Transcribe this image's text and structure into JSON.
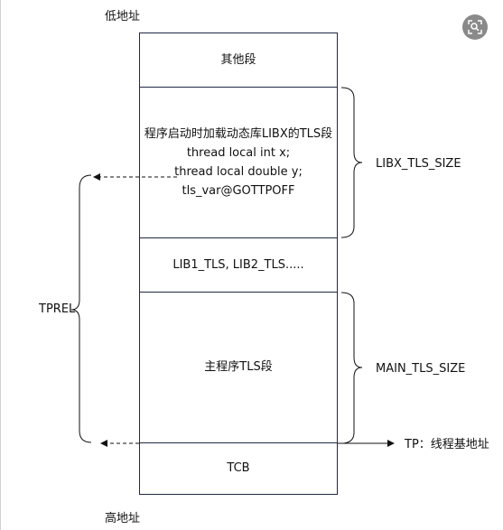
{
  "diagram": {
    "low_address": "低地址",
    "high_address": "高地址",
    "segments": {
      "other": "其他段",
      "libx": {
        "title": "程序启动时加载动态库LIBX的TLS段",
        "line1": "thread local int x;",
        "line2": "thread local double y;",
        "line3": "tls_var@GOTTPOFF"
      },
      "libs": "LIB1_TLS, LIB2_TLS.....",
      "main": "主程序TLS段",
      "tcb": "TCB"
    },
    "annotations": {
      "libx_size": "LIBX_TLS_SIZE",
      "main_size": "MAIN_TLS_SIZE",
      "tprel": "TPREL",
      "tp": "TP：线程基地址"
    }
  },
  "toolbar": {
    "image_button_icon": "image-search-icon"
  }
}
